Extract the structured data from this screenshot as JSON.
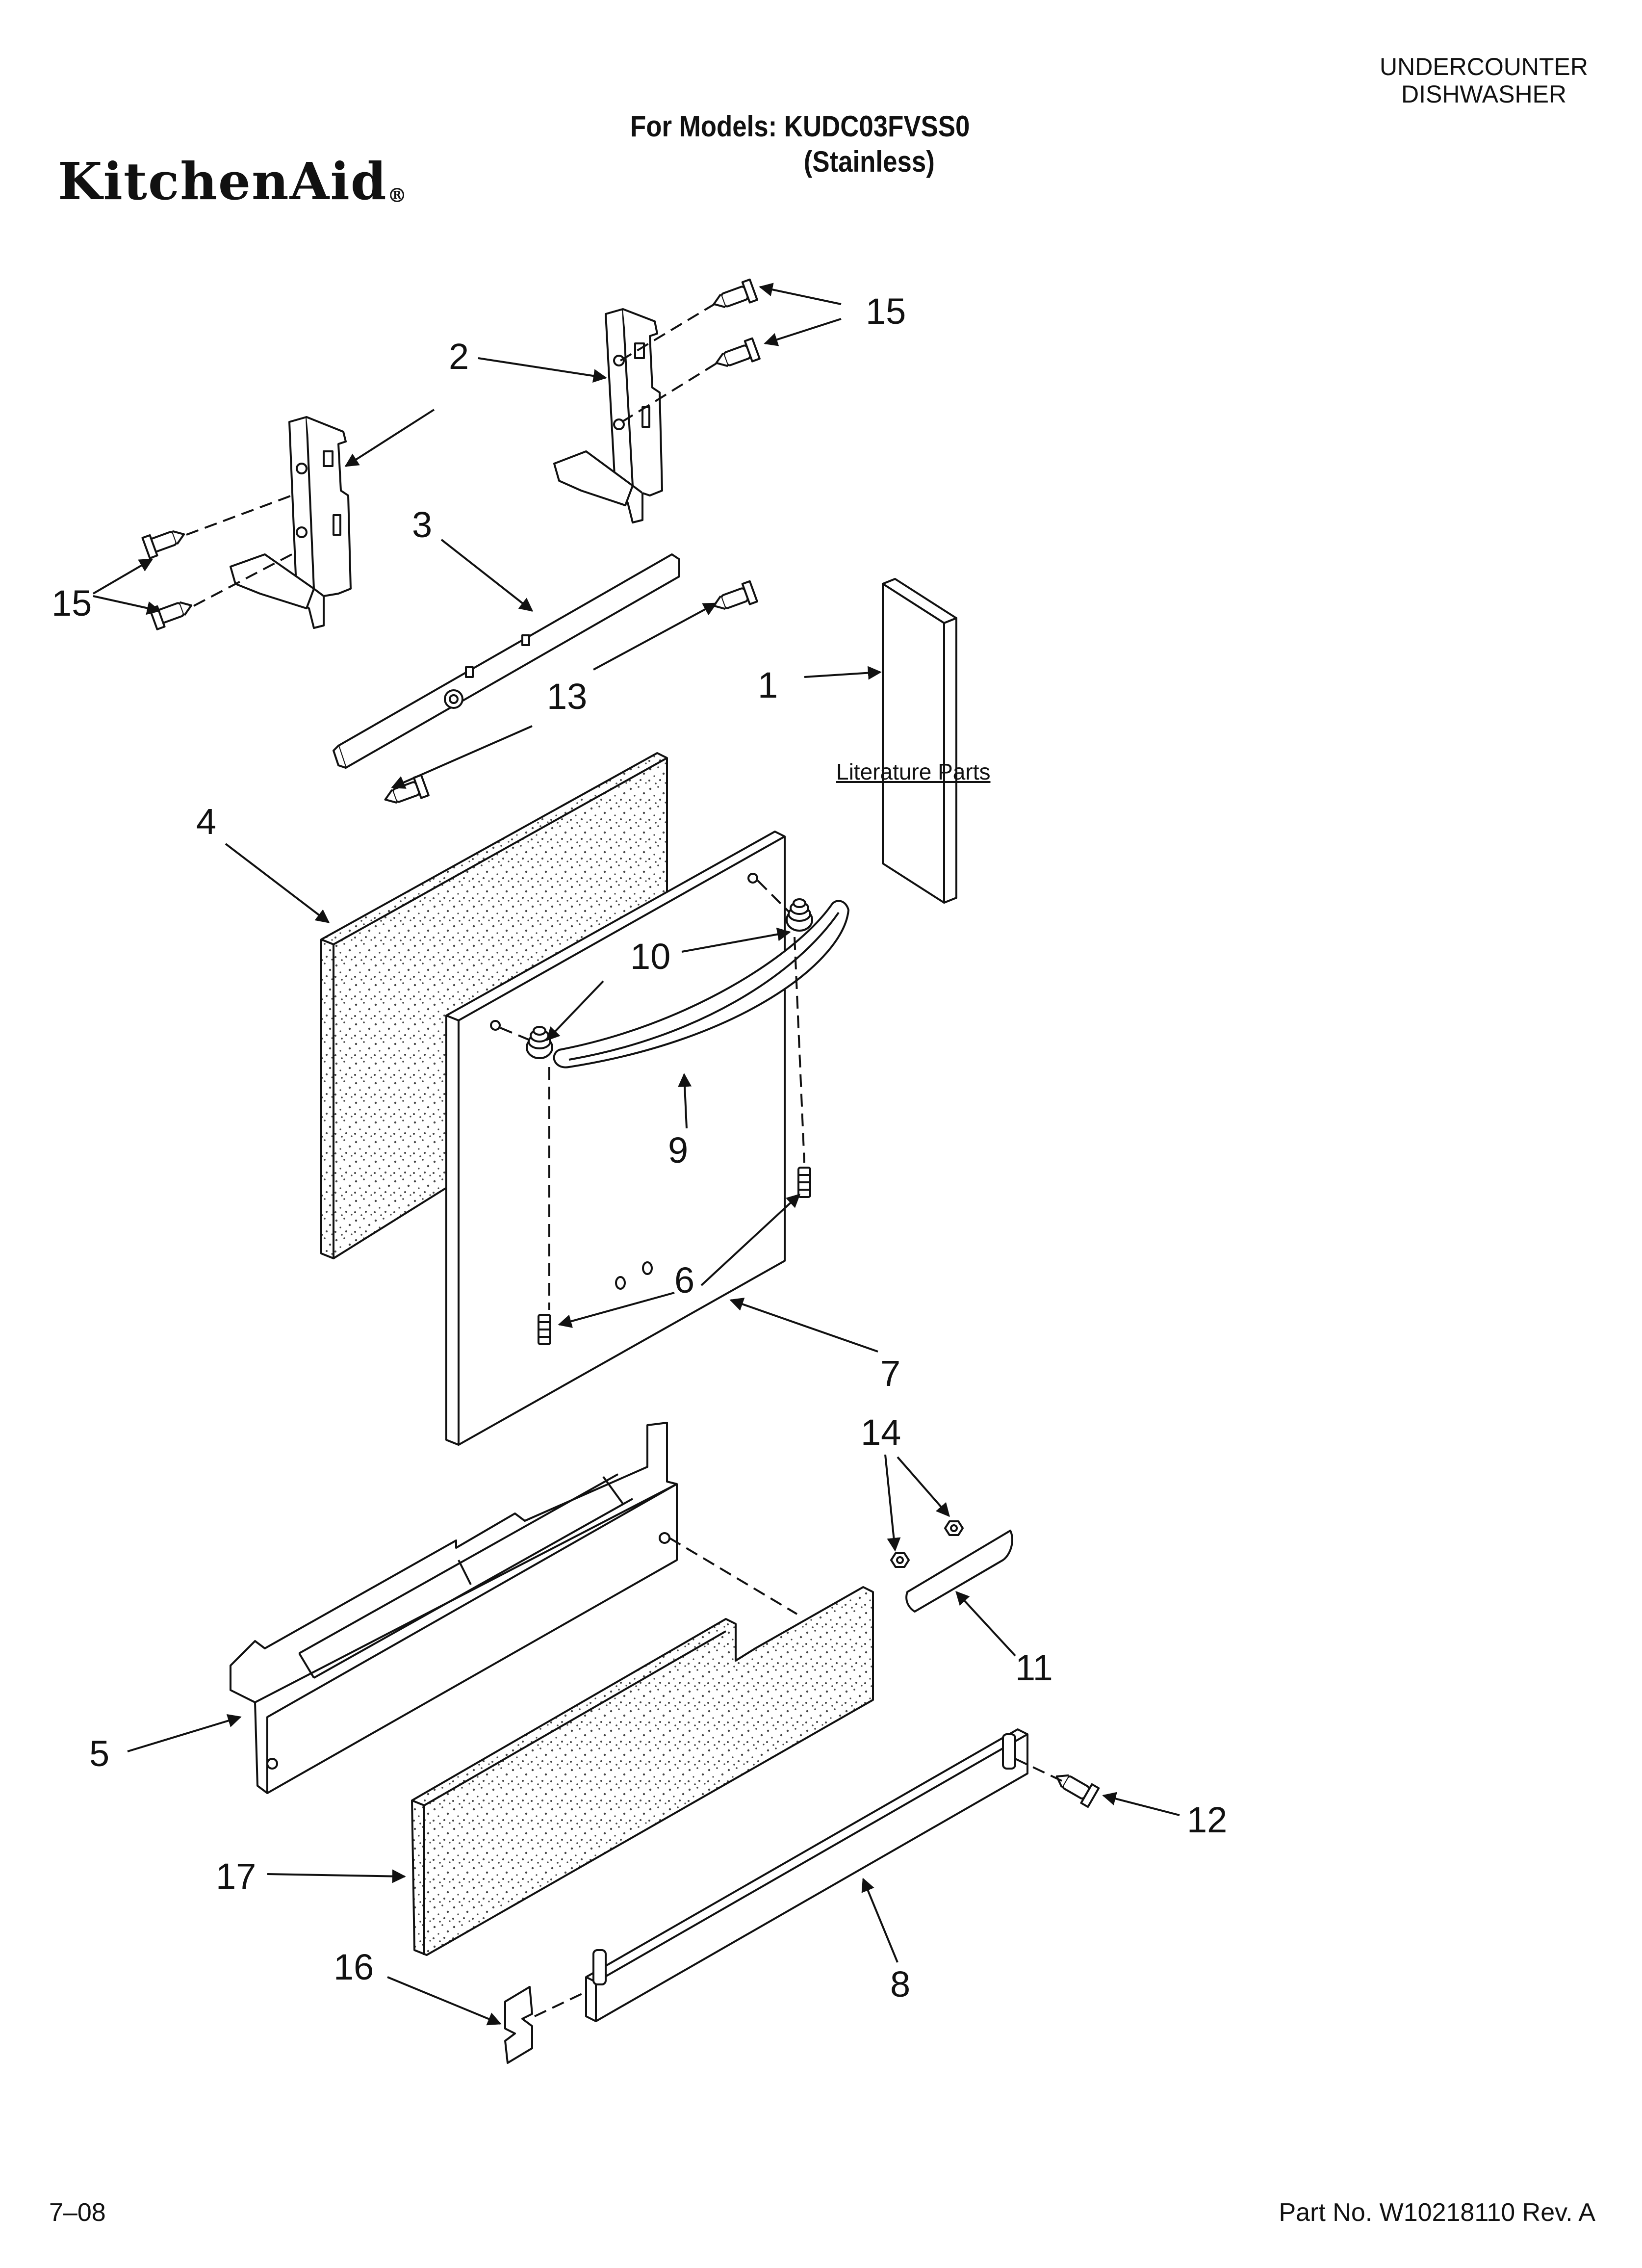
{
  "header": {
    "category_line1": "UNDERCOUNTER",
    "category_line2": "DISHWASHER",
    "models_line1": "For Models: KUDC03FVSS0",
    "models_line2": "(Stainless)",
    "brand": "KitchenAid",
    "brand_mark": "®"
  },
  "literature": {
    "label": "Literature Parts"
  },
  "callouts": [
    "1",
    "2",
    "3",
    "4",
    "5",
    "6",
    "7",
    "8",
    "9",
    "10",
    "11",
    "12",
    "13",
    "14",
    "15",
    "16",
    "17"
  ],
  "footer": {
    "date": "7–08",
    "part_no": "Part No. W10218110 Rev. A"
  },
  "colors": {
    "ink": "#111111",
    "background": "#ffffff"
  }
}
